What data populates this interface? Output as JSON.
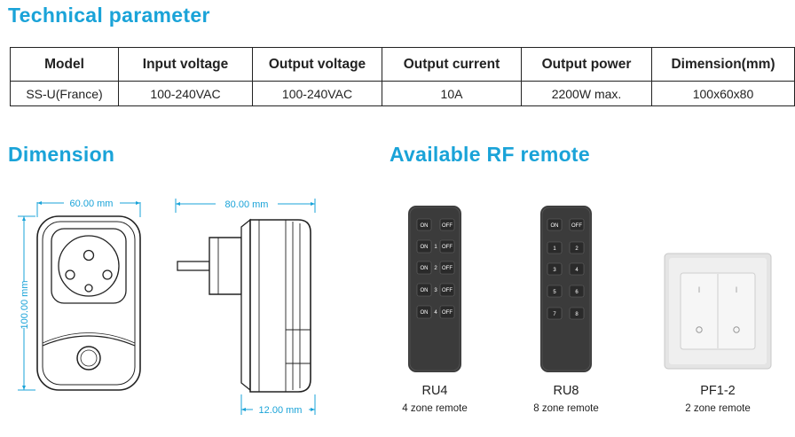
{
  "sections": {
    "technical": "Technical parameter",
    "dimension": "Dimension",
    "remote": "Available RF remote"
  },
  "table": {
    "headers": [
      "Model",
      "Input voltage",
      "Output voltage",
      "Output current",
      "Output power",
      "Dimension(mm)"
    ],
    "row": [
      "SS-U(France)",
      "100-240VAC",
      "100-240VAC",
      "10A",
      "2200W max.",
      "100x60x80"
    ]
  },
  "dimensions": {
    "width": "60.00 mm",
    "height": "100.00 mm",
    "depth": "80.00 mm",
    "plug": "12.00 mm"
  },
  "remotes": [
    {
      "name": "RU4",
      "desc": "4 zone remote"
    },
    {
      "name": "RU8",
      "desc": "8 zone remote"
    },
    {
      "name": "PF1-2",
      "desc": "2 zone remote"
    }
  ],
  "ru4_labels": {
    "on": "ON",
    "off": "OFF",
    "zones": [
      "1",
      "2",
      "3",
      "4"
    ]
  },
  "ru8_labels": {
    "on": "ON",
    "off": "OFF",
    "zones": [
      "1",
      "2",
      "3",
      "4",
      "5",
      "6",
      "7",
      "8"
    ]
  },
  "panel_labels": {
    "top": "I",
    "bottom": "O"
  },
  "colors": {
    "accent": "#1aa3d8",
    "remote_body": "#3b3b3b"
  }
}
